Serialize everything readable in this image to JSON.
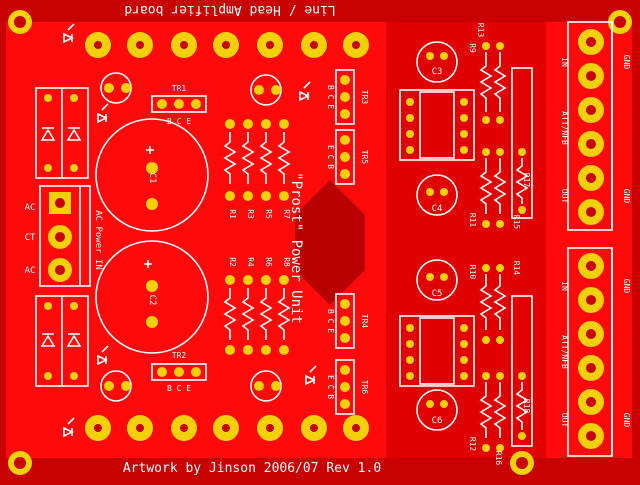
{
  "board": {
    "title": "Line / Head Amplifier board",
    "center_label": "\"Prost\" Power Unit",
    "credit": "Artwork by Jinson  2006/07 Rev 1.0",
    "colors": {
      "board": "#c80000",
      "copper": "#ff0a0a",
      "silkscreen": "#ffffff",
      "pad_ring": "#f2d10a",
      "hole": "#b80000"
    }
  },
  "power_in": {
    "label": "AC Power IN",
    "pins": [
      "AC",
      "CT",
      "AC"
    ]
  },
  "capacitors": {
    "c1": "C1",
    "c2": "C2",
    "c3": "C3",
    "c4": "C4",
    "c5": "C5",
    "c6": "C6"
  },
  "transistors": {
    "tr1": {
      "label": "TR1",
      "pins": "B C E"
    },
    "tr2": {
      "label": "TR2",
      "pins": "B C E"
    },
    "tr3": {
      "label": "TR3",
      "pins": "B C E"
    },
    "tr4": {
      "label": "TR4",
      "pins": "B C E"
    },
    "tr5": {
      "label": "TR5",
      "pins": "E C B"
    },
    "tr6": {
      "label": "TR6",
      "pins": "E C B"
    }
  },
  "resistors": [
    "R1",
    "R2",
    "R3",
    "R4",
    "R5",
    "R6",
    "R7",
    "R8",
    "R9",
    "R10",
    "R11",
    "R12",
    "R13",
    "R14",
    "R15",
    "R16",
    "R17",
    "R18"
  ],
  "channel_top": {
    "in": "IN",
    "gnd": "GND",
    "att": "ATT/NFB",
    "out": "OUT"
  },
  "channel_bottom": {
    "in": "IN",
    "gnd": "GND",
    "att": "ATT/NFB",
    "out": "OUT"
  }
}
